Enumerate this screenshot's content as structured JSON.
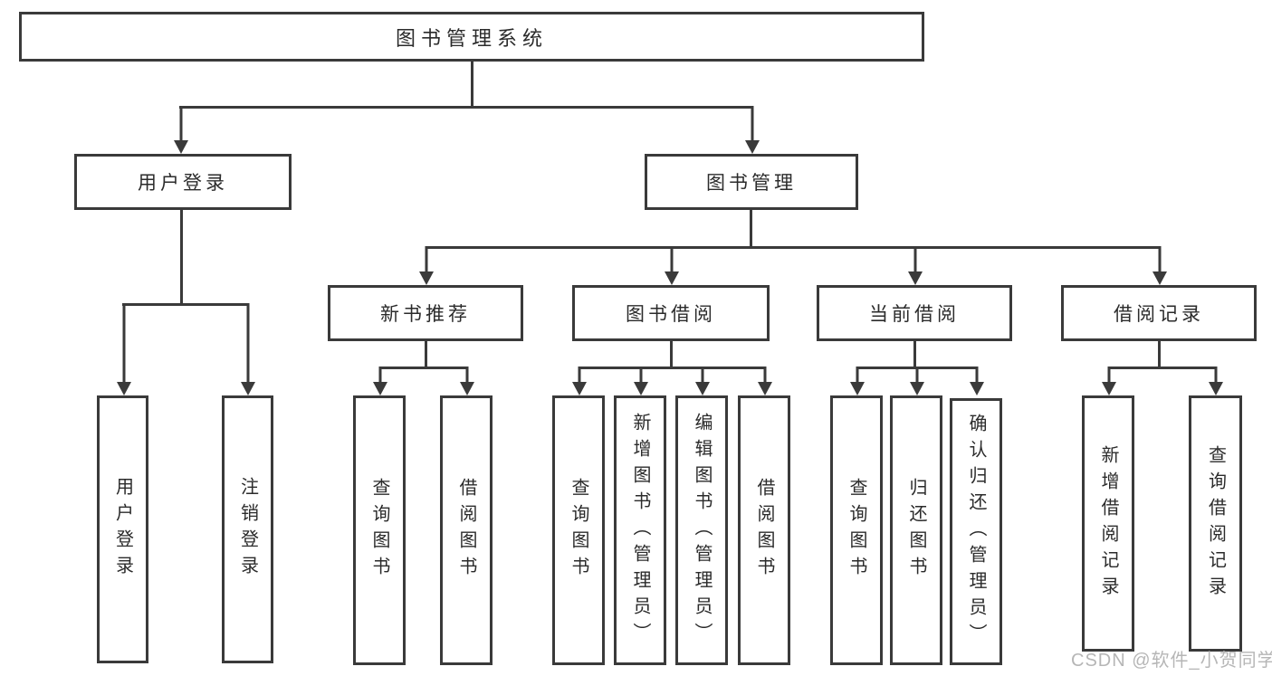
{
  "root": {
    "label": "图书管理系统"
  },
  "level2": [
    {
      "label": "用户登录",
      "children": [
        "用户登录",
        "注销登录"
      ]
    },
    {
      "label": "图书管理"
    }
  ],
  "modules": [
    {
      "label": "新书推荐",
      "children": [
        "查询图书",
        "借阅图书"
      ]
    },
    {
      "label": "图书借阅",
      "children": [
        "查询图书",
        "新增图书（管理员）",
        "编辑图书（管理员）",
        "借阅图书"
      ]
    },
    {
      "label": "当前借阅",
      "children": [
        "查询图书",
        "归还图书",
        "确认归还（管理员）"
      ]
    },
    {
      "label": "借阅记录",
      "children": [
        "新增借阅记录",
        "查询借阅记录"
      ]
    }
  ],
  "watermark": {
    "text": "CSDN @软件_小贺同学"
  },
  "colors": {
    "line": "#3a3a3a",
    "text": "#2b2b2b",
    "watermark": "#b6b6b6",
    "background": "#ffffff"
  }
}
